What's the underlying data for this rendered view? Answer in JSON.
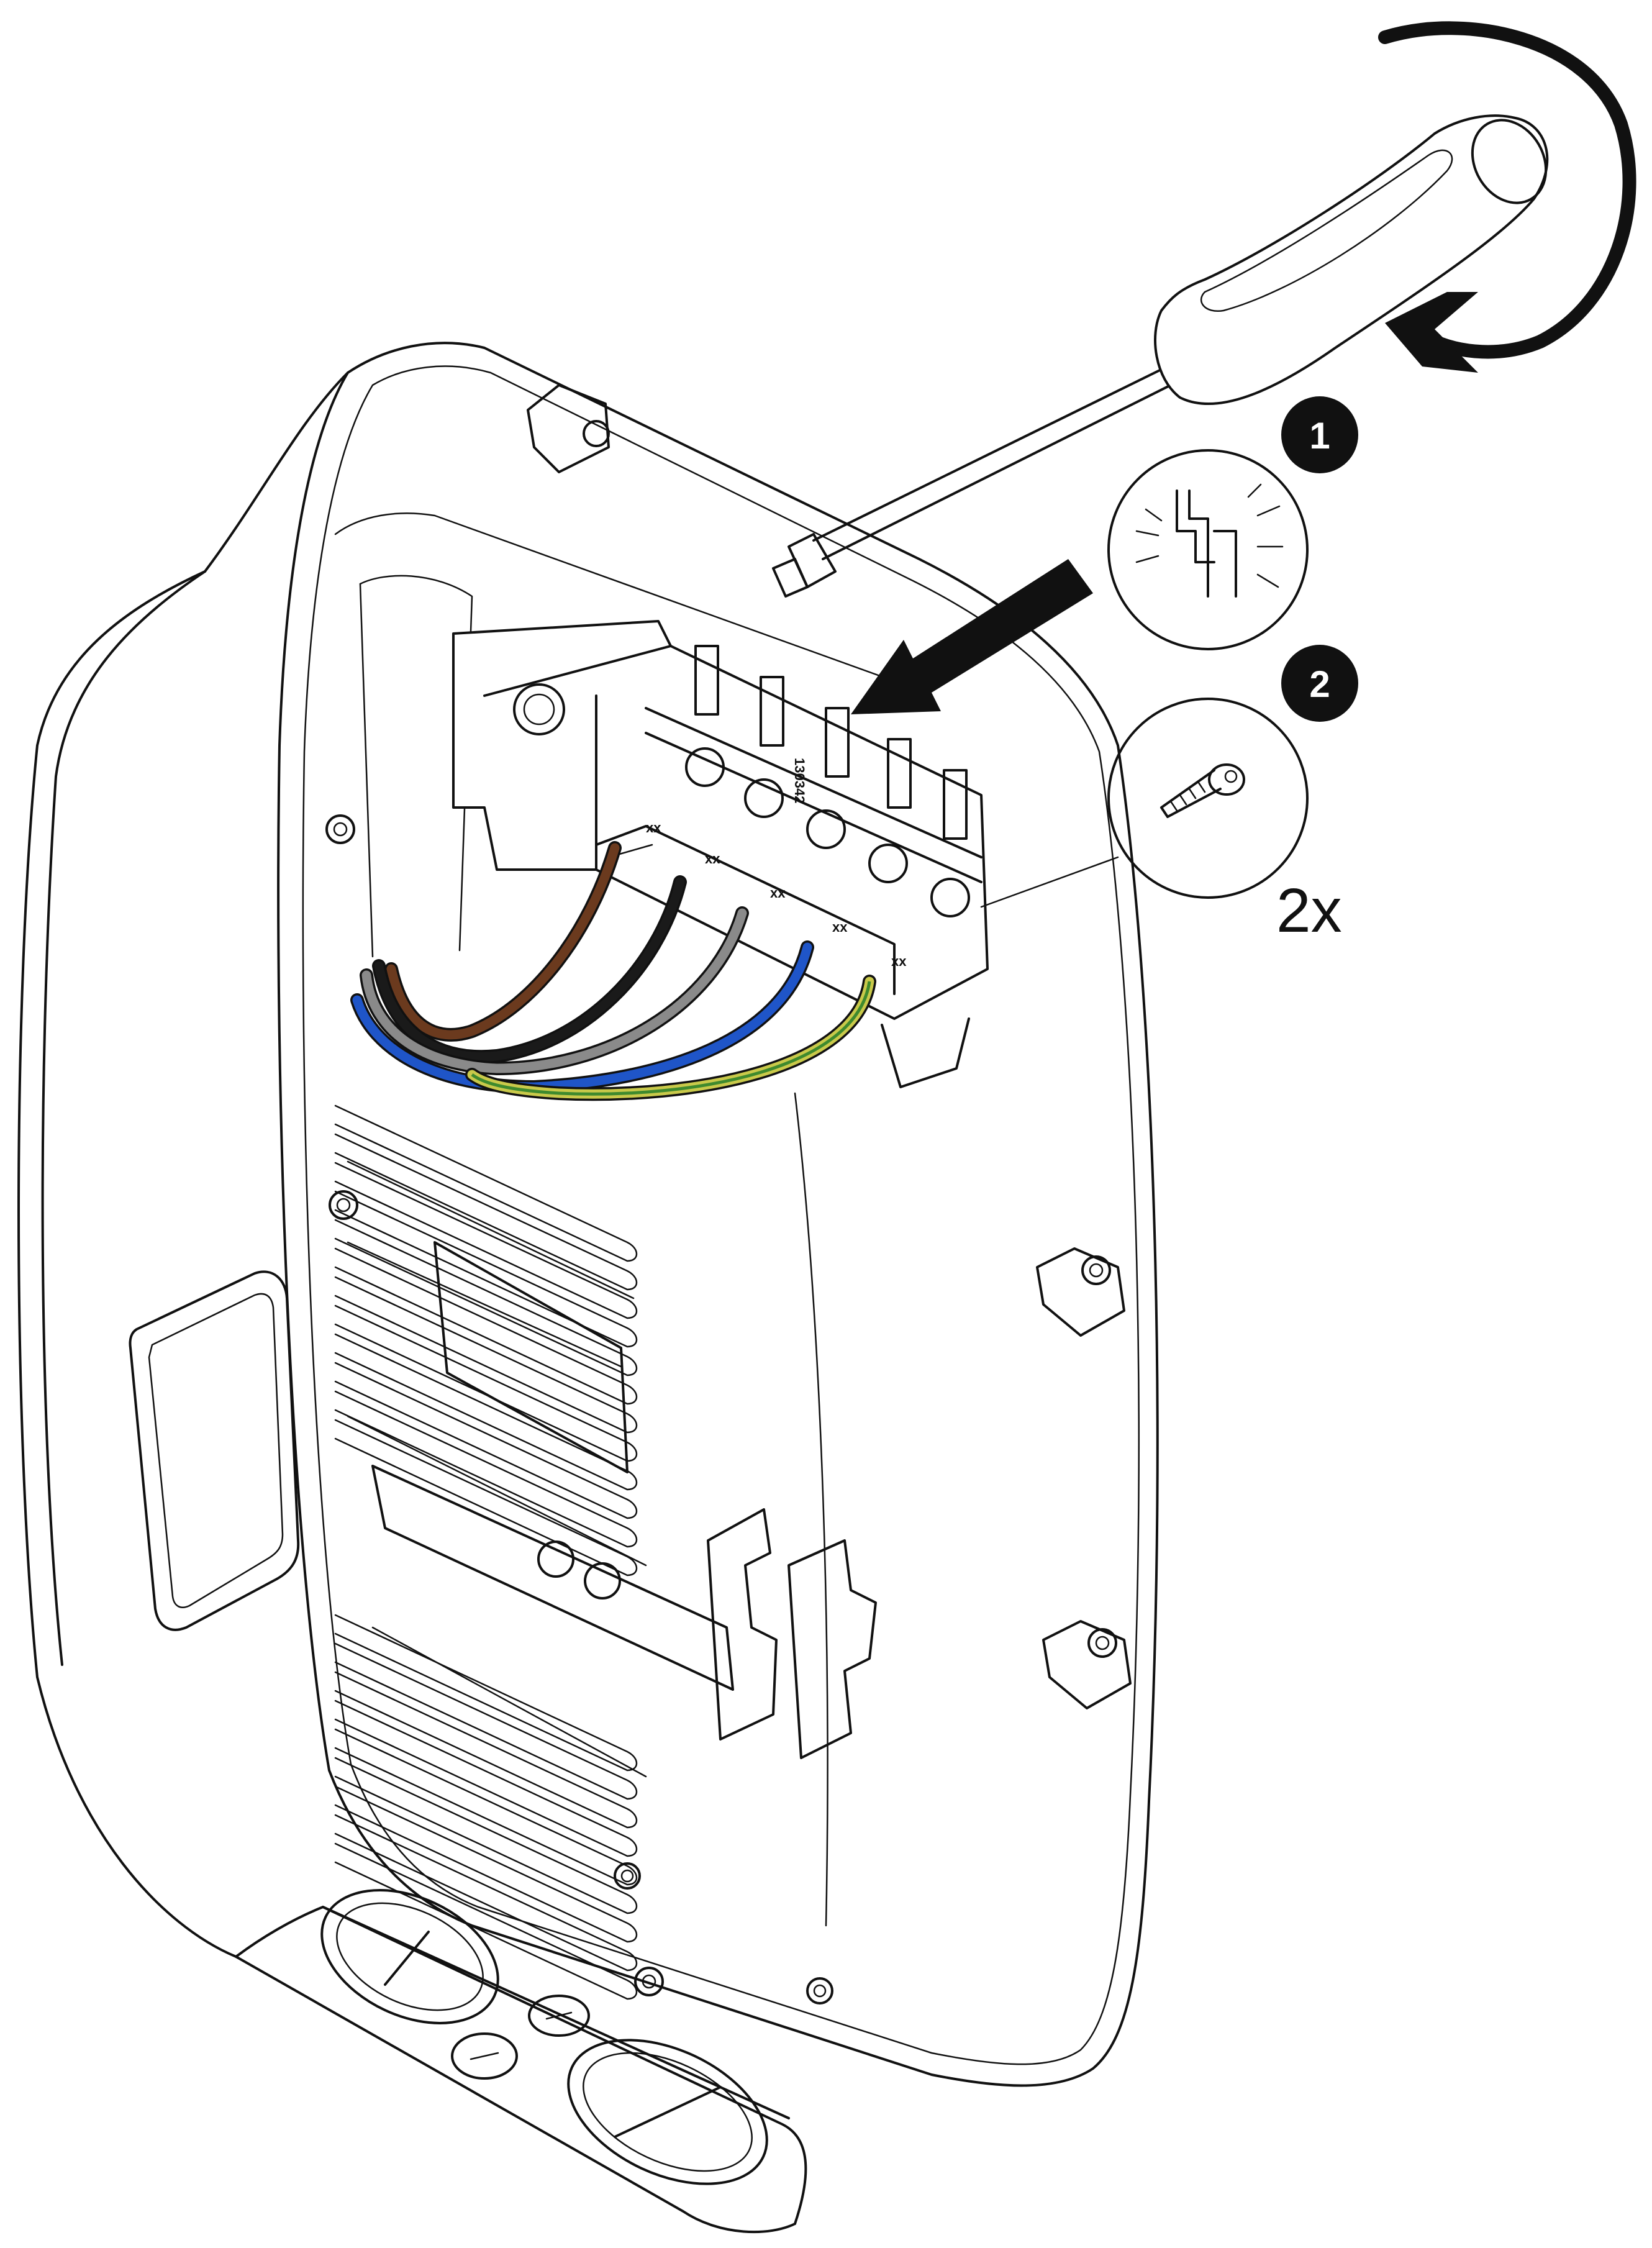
{
  "steps": [
    {
      "number": "1",
      "icon": "loosen-terminal-icon"
    },
    {
      "number": "2",
      "icon": "screw-icon",
      "quantity": "2x"
    }
  ],
  "terminal_block": {
    "part_code": "130342",
    "terminal_marks": [
      "xx",
      "xx",
      "xx",
      "xx",
      "xx"
    ]
  },
  "wires": [
    {
      "name": "brown",
      "color": "#6b3a1e"
    },
    {
      "name": "black",
      "color": "#1a1a1a"
    },
    {
      "name": "grey",
      "color": "#8a8a8a"
    },
    {
      "name": "blue",
      "color": "#1f55c8"
    },
    {
      "name": "green-yellow",
      "color": "#c9c94a"
    }
  ],
  "colors": {
    "line": "#111111",
    "background": "#ffffff",
    "badge": "#111111"
  }
}
